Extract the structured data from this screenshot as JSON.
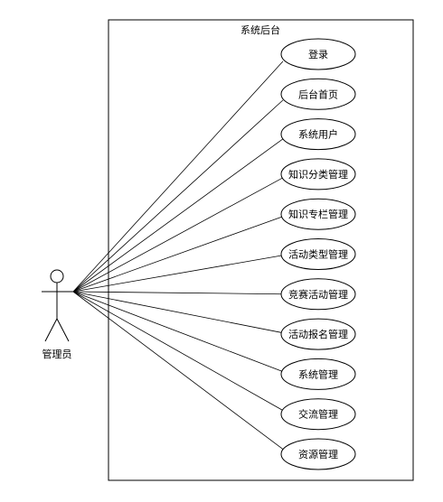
{
  "system": {
    "title": "系统后台"
  },
  "actor": {
    "name": "管理员"
  },
  "use_cases": [
    {
      "label": "登录"
    },
    {
      "label": "后台首页"
    },
    {
      "label": "系统用户"
    },
    {
      "label": "知识分类管理"
    },
    {
      "label": "知识专栏管理"
    },
    {
      "label": "活动类型管理"
    },
    {
      "label": "竞赛活动管理"
    },
    {
      "label": "活动报名管理"
    },
    {
      "label": "系统管理"
    },
    {
      "label": "交流管理"
    },
    {
      "label": "资源管理"
    }
  ]
}
